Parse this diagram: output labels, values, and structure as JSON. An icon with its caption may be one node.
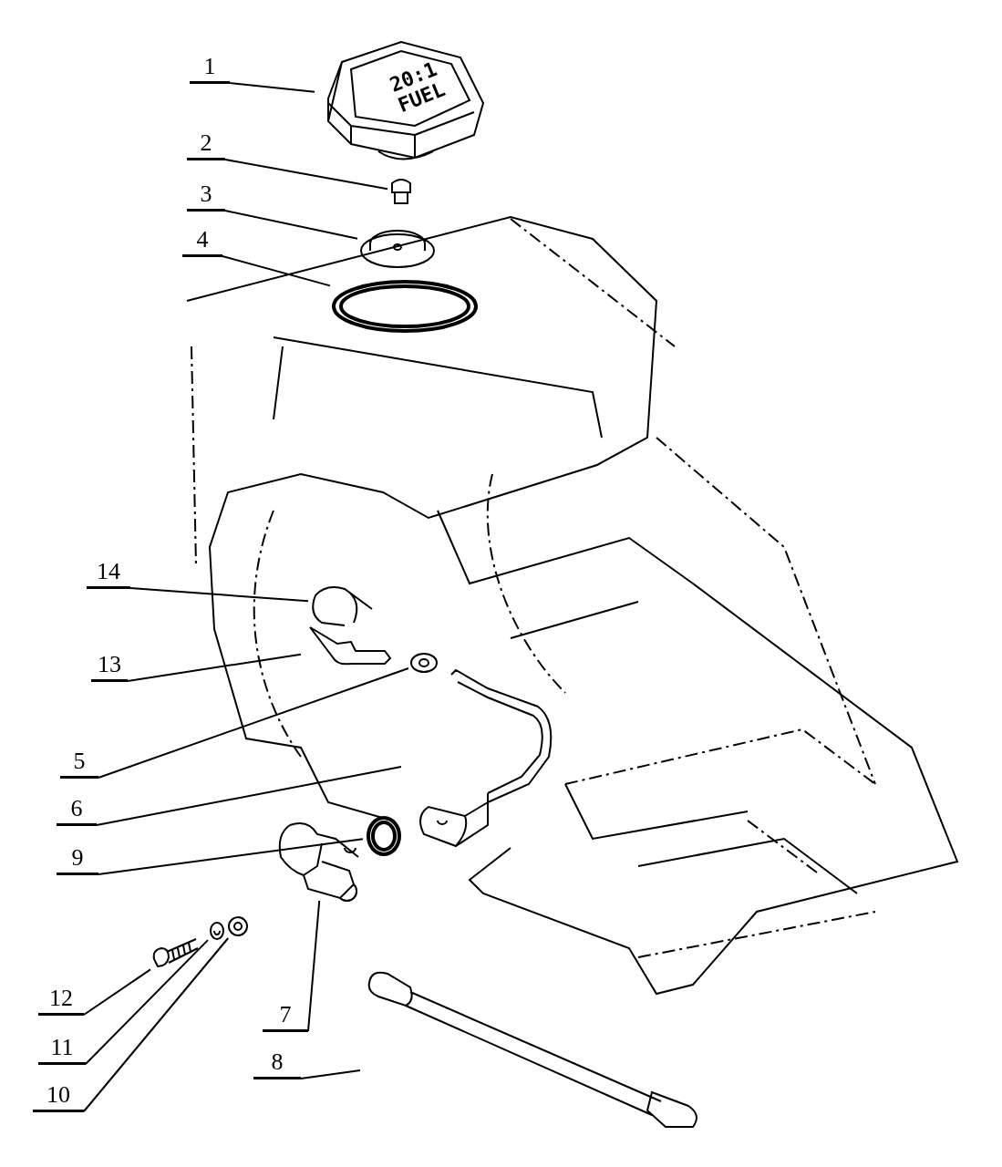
{
  "diagram": {
    "nodes": [
      {
        "text": [
          "1"
        ]
      },
      {
        "text": [
          "2"
        ]
      },
      {
        "text": [
          "3"
        ]
      },
      {
        "text": [
          "4"
        ]
      },
      {
        "text": [
          "14"
        ]
      },
      {
        "text": [
          "13"
        ]
      },
      {
        "text": [
          "5"
        ]
      },
      {
        "text": [
          "6"
        ]
      },
      {
        "text": [
          "9"
        ]
      },
      {
        "text": [
          "12"
        ]
      },
      {
        "text": [
          "11"
        ]
      },
      {
        "text": [
          "10"
        ]
      },
      {
        "text": [
          "7"
        ]
      },
      {
        "text": [
          "8"
        ]
      },
      {
        "text": [],
        "shape": "picture"
      },
      {
        "text": [],
        "shape": "picture"
      },
      {
        "text": [],
        "shape": "picture"
      },
      {
        "text": [],
        "shape": "picture"
      },
      {
        "text": [],
        "shape": "picture"
      },
      {
        "text": [],
        "shape": "picture"
      },
      {
        "text": [],
        "shape": "picture"
      },
      {
        "text": [],
        "shape": "picture"
      },
      {
        "text": [],
        "shape": "picture"
      },
      {
        "text": [],
        "shape": "picture"
      },
      {
        "text": [],
        "shape": "picture"
      },
      {
        "text": [],
        "shape": "picture"
      },
      {
        "text": [],
        "shape": "picture"
      },
      {
        "text": [],
        "shape": "picture"
      }
    ],
    "edges": [
      {
        "from": 0,
        "to": 14,
        "arrow": "none"
      },
      {
        "from": 1,
        "to": 15,
        "arrow": "none"
      },
      {
        "from": 2,
        "to": 16,
        "arrow": "none"
      },
      {
        "from": 3,
        "to": 17,
        "arrow": "none"
      },
      {
        "from": 4,
        "to": 18,
        "arrow": "none"
      },
      {
        "from": 5,
        "to": 19,
        "arrow": "none"
      },
      {
        "from": 6,
        "to": 20,
        "arrow": "none"
      },
      {
        "from": 7,
        "to": 21,
        "arrow": "none"
      },
      {
        "from": 8,
        "to": 22,
        "arrow": "none"
      },
      {
        "from": 9,
        "to": 23,
        "arrow": "none"
      },
      {
        "from": 10,
        "to": 24,
        "arrow": "none"
      },
      {
        "from": 11,
        "to": 25,
        "arrow": "none"
      },
      {
        "from": 12,
        "to": 26,
        "arrow": "none"
      },
      {
        "from": 13,
        "to": 27,
        "arrow": "none"
      }
    ],
    "labels": [
      "20:1 FUEL"
    ]
  }
}
